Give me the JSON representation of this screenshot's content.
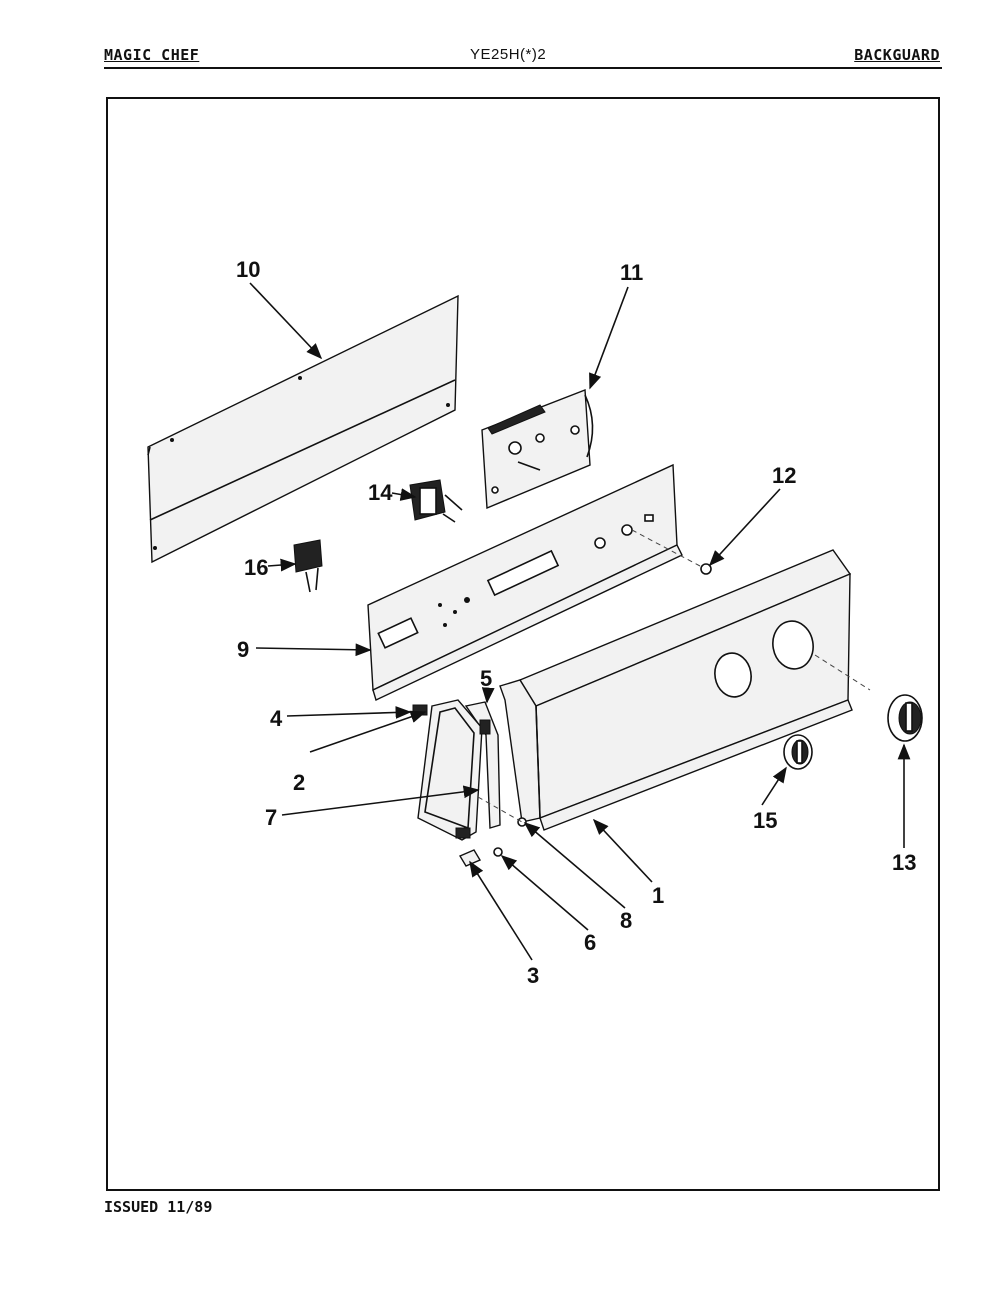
{
  "header": {
    "brand": "MAGIC CHEF",
    "model": "YE25H(*)2",
    "section": "BACKGUARD"
  },
  "footer": {
    "issued": "ISSUED 11/89"
  },
  "callouts": [
    "1",
    "2",
    "3",
    "4",
    "5",
    "6",
    "7",
    "8",
    "9",
    "10",
    "11",
    "12",
    "13",
    "14",
    "15",
    "16"
  ]
}
